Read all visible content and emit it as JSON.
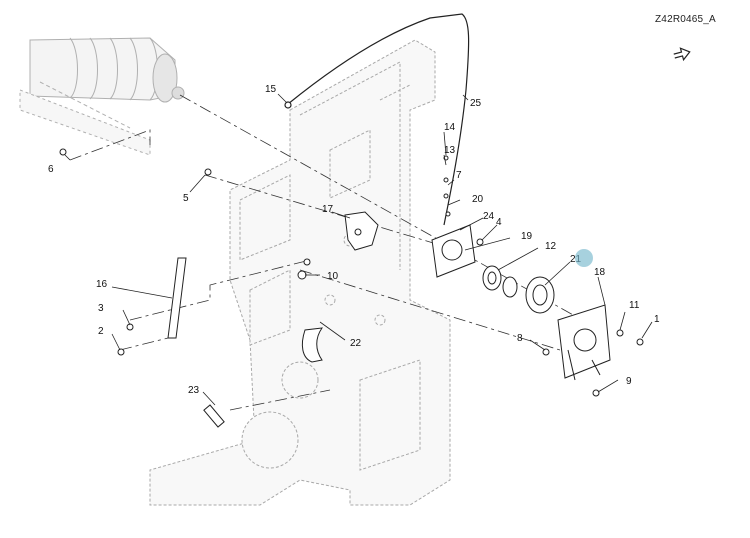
{
  "figure_code": "Z42R0465_A",
  "icons": {
    "next_page": "next-page-arrow-icon",
    "hotspot": "selected-callout-marker"
  },
  "colors": {
    "hotspot": "#78b9cd",
    "frame_line": "#a8a8a8",
    "part_line": "#222222"
  },
  "callouts": [
    {
      "id": "c1",
      "label": "1"
    },
    {
      "id": "c2",
      "label": "2"
    },
    {
      "id": "c3",
      "label": "3"
    },
    {
      "id": "c4",
      "label": "4"
    },
    {
      "id": "c5",
      "label": "5"
    },
    {
      "id": "c6",
      "label": "6"
    },
    {
      "id": "c7",
      "label": "7"
    },
    {
      "id": "c8",
      "label": "8"
    },
    {
      "id": "c9",
      "label": "9"
    },
    {
      "id": "c10",
      "label": "10"
    },
    {
      "id": "c11",
      "label": "11"
    },
    {
      "id": "c12",
      "label": "12"
    },
    {
      "id": "c13",
      "label": "13"
    },
    {
      "id": "c14",
      "label": "14"
    },
    {
      "id": "c15",
      "label": "15"
    },
    {
      "id": "c16",
      "label": "16"
    },
    {
      "id": "c17",
      "label": "17"
    },
    {
      "id": "c18",
      "label": "18"
    },
    {
      "id": "c19",
      "label": "19"
    },
    {
      "id": "c20",
      "label": "20"
    },
    {
      "id": "c21",
      "label": "21"
    },
    {
      "id": "c22",
      "label": "22"
    },
    {
      "id": "c23",
      "label": "23"
    },
    {
      "id": "c24",
      "label": "24"
    },
    {
      "id": "c25",
      "label": "25"
    }
  ]
}
